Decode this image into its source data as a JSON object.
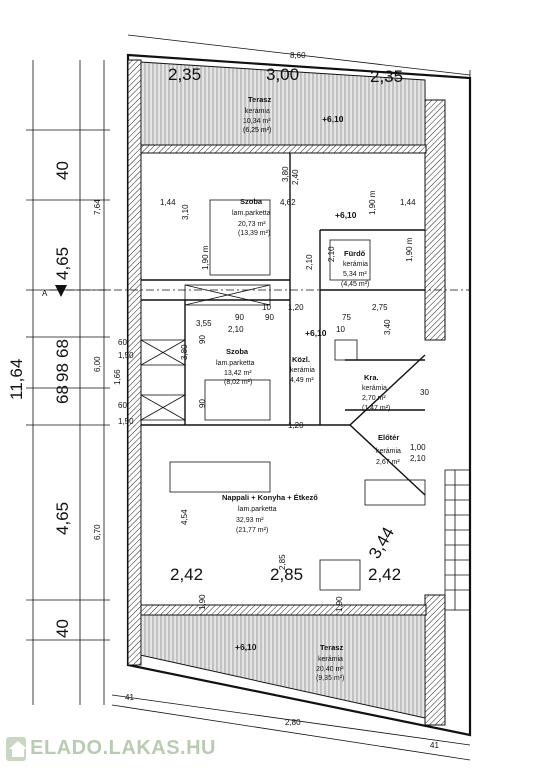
{
  "dimensions": {
    "top_total": "8,60",
    "top_left": "2,35",
    "top_mid": "3,00",
    "top_right": "2,35",
    "left_total": "11,64",
    "left_a": "40",
    "left_b": "4,65",
    "left_c": "68",
    "left_d": "98",
    "left_e": "68",
    "left_f": "4,65",
    "left_g": "40",
    "inner_764": "7,64",
    "inner_600": "6,00",
    "inner_670": "6,70",
    "inner_166": "1,66",
    "bottom_total": "2,80",
    "bottom_41_left": "41",
    "bottom_41_right": "41",
    "mid_242_left": "2,42",
    "mid_285": "2,85",
    "mid_242_right": "2,42",
    "diag_344": "3,44",
    "section_mark": "A"
  },
  "small_dims": [
    "1,44",
    "4,62",
    "1,44",
    "1,90 m",
    "1,90 m",
    "1,90 m",
    "2,40",
    "3,80",
    "3,10",
    "2,10",
    "2,10",
    "1,20",
    "1,20",
    "2,75",
    "3,55",
    "3,40",
    "2,10",
    "90",
    "90",
    "75",
    "10",
    "10",
    "60",
    "60",
    "1,50",
    "1,50",
    "3,80",
    "90",
    "90",
    "1,00",
    "2,10",
    "30",
    "4,54",
    "2,85",
    "1,90",
    "1,90"
  ],
  "levels": {
    "top": "+6,10",
    "upper_room": "+6,10",
    "hall": "+6,10",
    "bottom": "+6,10"
  },
  "rooms": [
    {
      "name": "Terasz",
      "floor": "kerámia",
      "area": "10,34 m²",
      "net": "(6,25 m²)"
    },
    {
      "name": "Szoba",
      "floor": "lam.parketta",
      "area": "20,73 m²",
      "net": "(13,39 m²)"
    },
    {
      "name": "Fürdő",
      "floor": "kerámia",
      "area": "5,34 m²",
      "net": "(4,45 m²)"
    },
    {
      "name": "Szoba",
      "floor": "lam.parketta",
      "area": "13,42 m²",
      "net": "(8,02 m²)"
    },
    {
      "name": "Közl.",
      "floor": "kerámia",
      "area": "4,49 m²",
      "net": ""
    },
    {
      "name": "Kra.",
      "floor": "kerámia",
      "area": "2,70 m²",
      "net": "(1,47 m²)"
    },
    {
      "name": "Előtér",
      "floor": "kerámia",
      "area": "2,67 m²",
      "net": ""
    },
    {
      "name": "Nappali + Konyha + Étkező",
      "floor": "lam.parketta",
      "area": "32,93 m²",
      "net": "(21,77 m²)"
    },
    {
      "name": "Terasz",
      "floor": "kerámia",
      "area": "20,40 m²",
      "net": "(9,35 m²)"
    }
  ],
  "logo": {
    "text": "ELADO.LAKAS.HU"
  }
}
